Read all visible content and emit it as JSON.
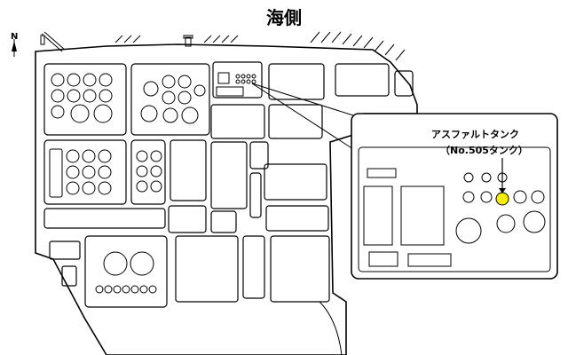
{
  "map": {
    "title": "海側",
    "compass": {
      "letter": "N",
      "icon": "north-arrow-icon"
    },
    "inset": {
      "tank_name": "アスファルトタンク",
      "tank_number": "（No.505タンク）"
    },
    "colors": {
      "line": "#000000",
      "background": "#ffffff",
      "highlight_tank": "#f7ef00"
    }
  }
}
